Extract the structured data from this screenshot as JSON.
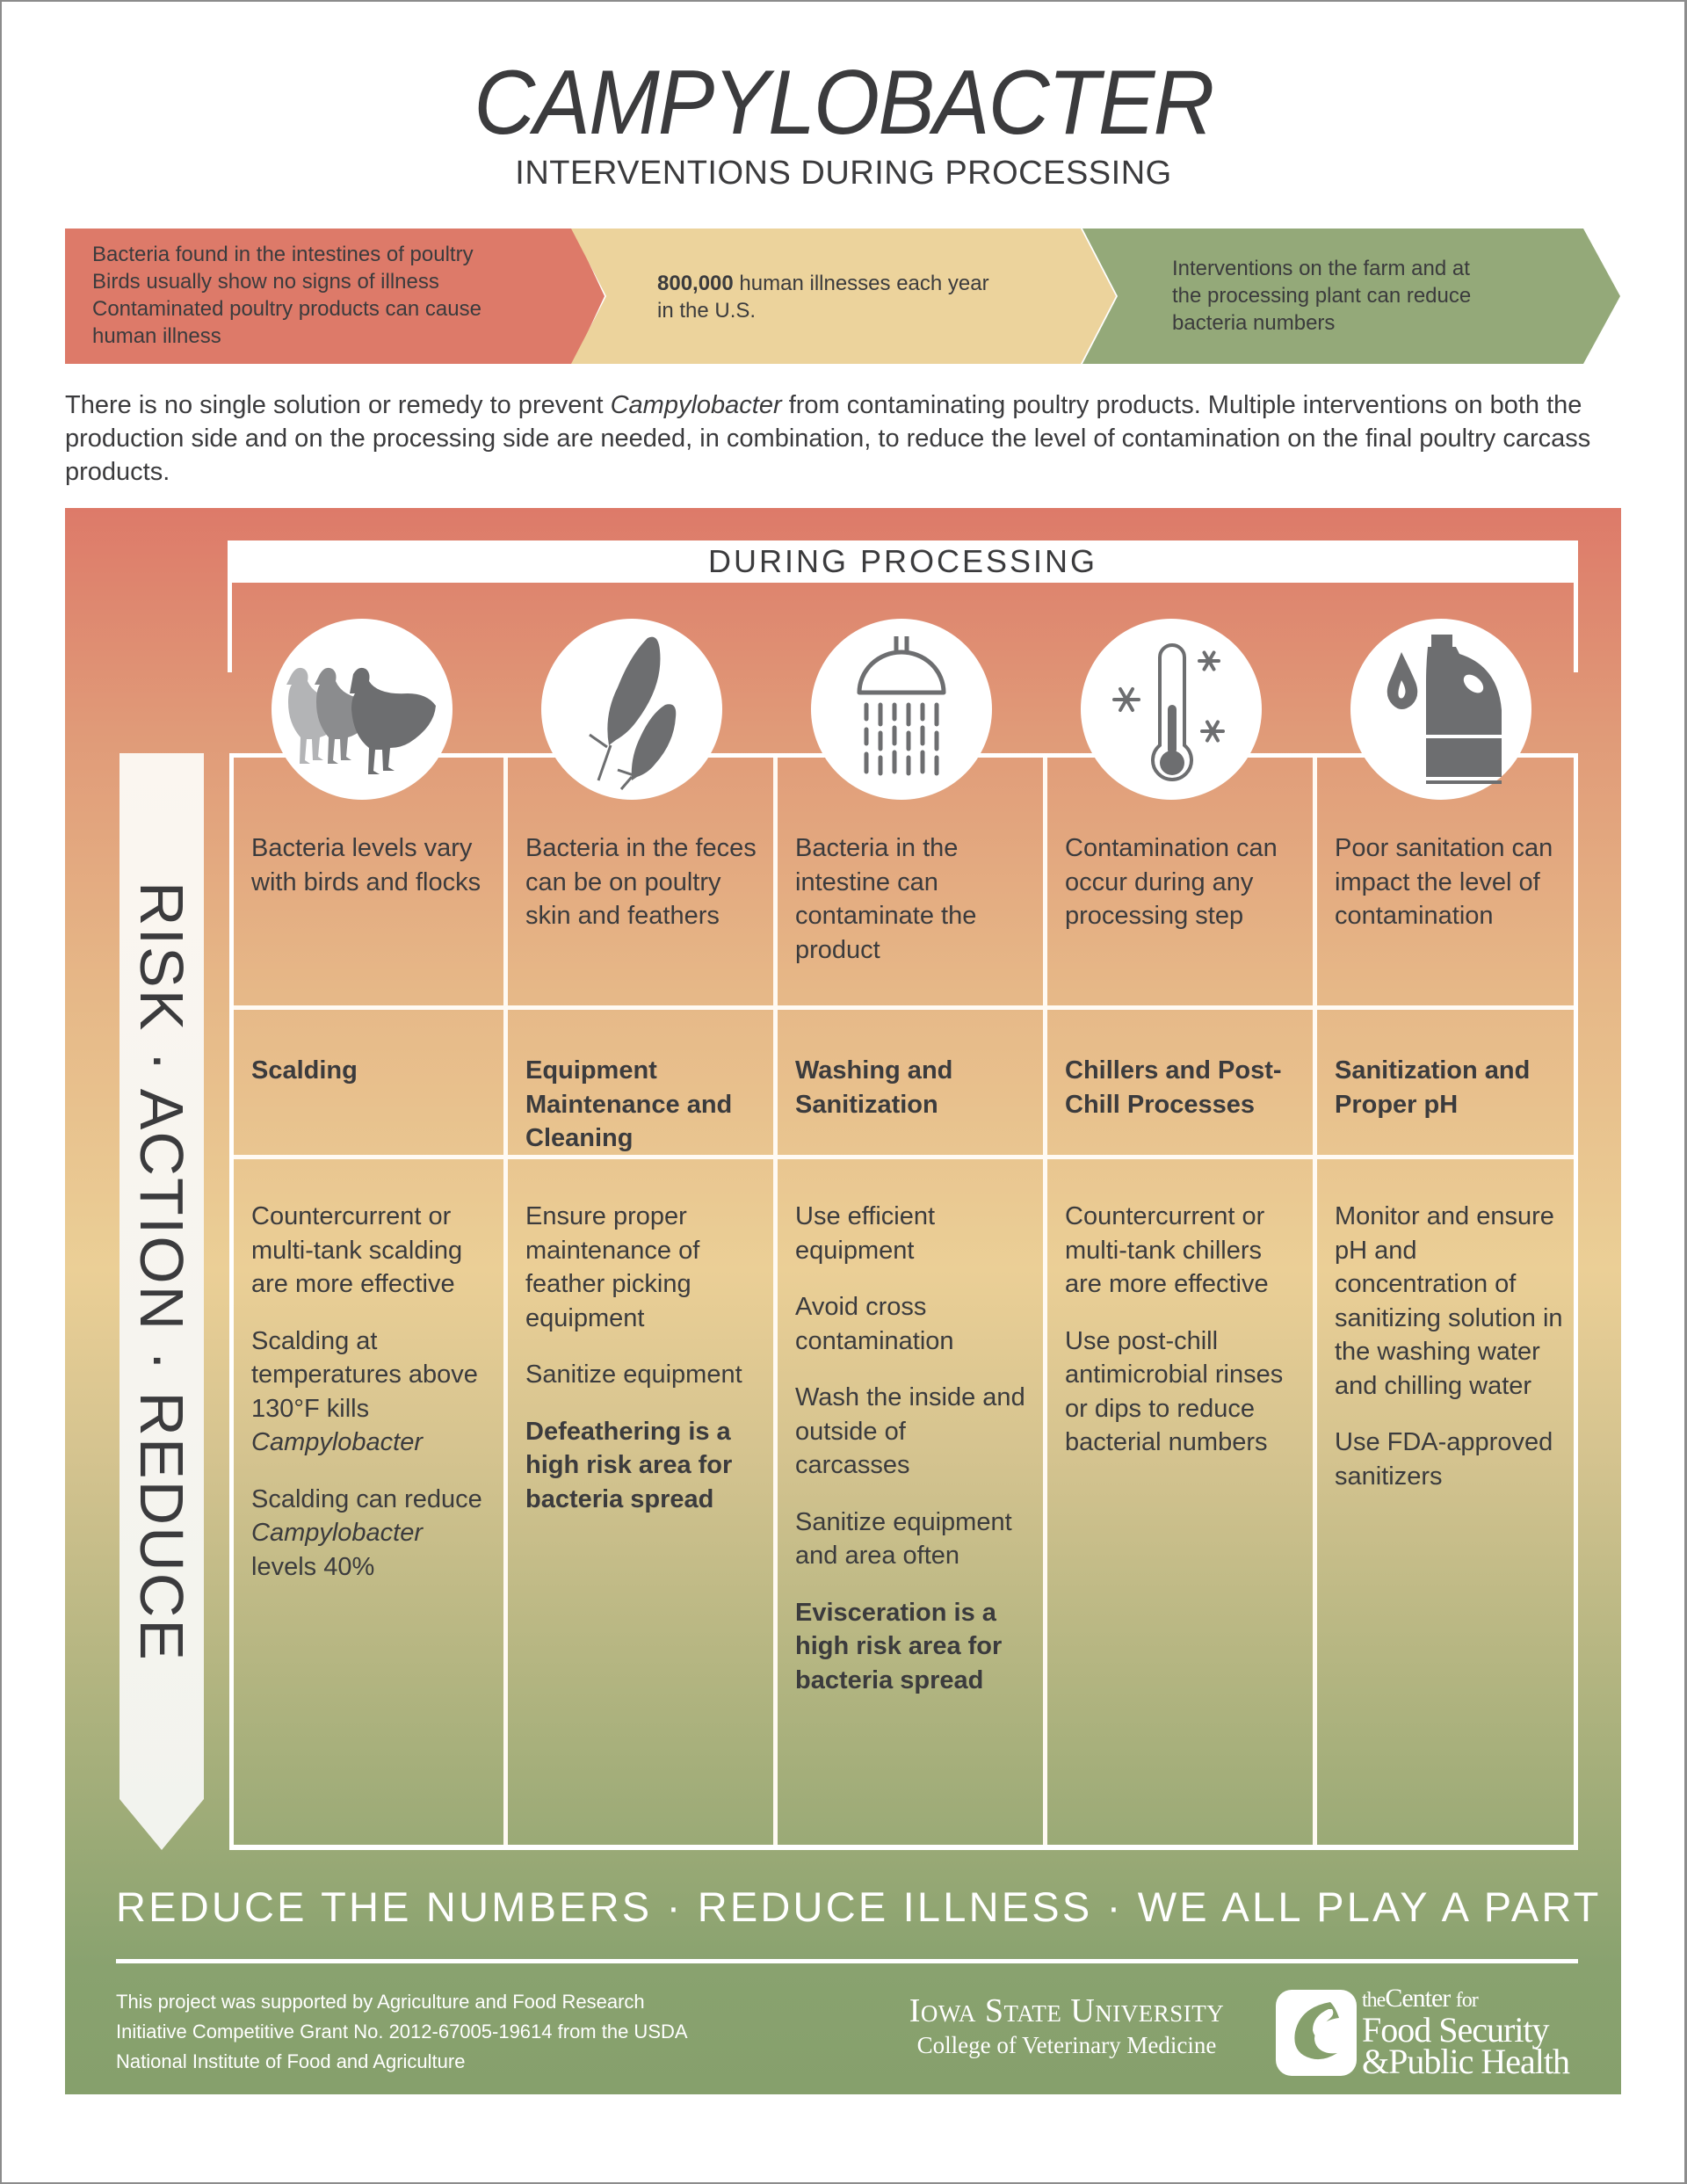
{
  "header": {
    "title": "CAMPYLOBACTER",
    "subtitle": "INTERVENTIONS DURING PROCESSING"
  },
  "colors": {
    "red": "#dd7a69",
    "yellow": "#ecd39c",
    "green": "#94a979",
    "panel_green": "#86a06c",
    "text": "#3b3b3d",
    "icon_gray": "#6d6e70"
  },
  "chevrons": [
    {
      "lines": [
        "Bacteria found in the intestines of poultry",
        "Birds usually show no signs of illness",
        "Contaminated poultry products can cause",
        "human illness"
      ]
    },
    {
      "bold": "800,000",
      "rest_line1": " human illnesses each year",
      "line2": "in the U.S."
    },
    {
      "lines": [
        "Interventions on the farm and at",
        "the processing plant can reduce",
        "bacteria numbers"
      ]
    }
  ],
  "intro": {
    "part1": "There is no single solution or remedy to prevent ",
    "italic": "Campylobacter",
    "part2": " from contaminating poultry products. Multiple interventions on both the production side and on the processing side are needed, in combination, to reduce the level of contamination on the final poultry carcass products."
  },
  "panel": {
    "section_title": "DURING PROCESSING",
    "side_arrow_label": "RISK · ACTION · REDUCE",
    "columns": [
      {
        "icon": "chickens-icon",
        "risk": "Bacteria levels vary with birds and flocks",
        "action": "Scalding",
        "reduce": [
          {
            "text": "Countercurrent or multi-tank scalding are more effective",
            "bold": false
          },
          {
            "pre": "Scalding at temperatures above 130°F kills ",
            "italic": "Campylobacter",
            "post": "",
            "bold": false
          },
          {
            "pre": "Scalding can reduce ",
            "italic": "Campylobacter",
            "post": " levels 40%",
            "bold": false
          }
        ]
      },
      {
        "icon": "feathers-icon",
        "risk": "Bacteria in the feces can be on poultry skin and feathers",
        "action": "Equipment Maintenance and Cleaning",
        "reduce": [
          {
            "text": "Ensure proper maintenance of feather picking equipment",
            "bold": false
          },
          {
            "text": "Sanitize equipment",
            "bold": false
          },
          {
            "text": "Defeathering is a high risk area for bacteria spread",
            "bold": true
          }
        ]
      },
      {
        "icon": "shower-icon",
        "risk": "Bacteria in the intestine can contaminate the product",
        "action": "Washing and Sanitization",
        "reduce": [
          {
            "text": "Use efficient equipment",
            "bold": false
          },
          {
            "text": "Avoid cross contamination",
            "bold": false
          },
          {
            "text": "Wash the inside and outside of carcasses",
            "bold": false
          },
          {
            "text": "Sanitize equipment and area often",
            "bold": false
          },
          {
            "text": "Evisceration is a high risk area for bacteria spread",
            "bold": true
          }
        ]
      },
      {
        "icon": "thermometer-snowflake-icon",
        "risk": "Contamination can occur during any processing step",
        "action": "Chillers and Post-Chill Processes",
        "reduce": [
          {
            "text": "Countercurrent or multi-tank chillers are more effective",
            "bold": false
          },
          {
            "text": "Use post-chill antimicrobial rinses or dips to reduce bacterial numbers",
            "bold": false
          }
        ]
      },
      {
        "icon": "sanitizer-jug-icon",
        "risk": "Poor sanitation can impact the level of contamination",
        "action": "Sanitization and Proper pH",
        "reduce": [
          {
            "text": "Monitor and ensure pH and concentration of sanitizing solution in the washing water and chilling water",
            "bold": false
          },
          {
            "text": "Use FDA-approved sanitizers",
            "bold": false
          }
        ]
      }
    ]
  },
  "footer": {
    "tagline": "REDUCE THE NUMBERS · REDUCE ILLNESS · WE ALL PLAY A PART",
    "grant_lines": [
      "This project was supported by Agriculture and Food Research",
      "Initiative Competitive Grant No. 2012-67005-19614 from the USDA",
      "National Institute of Food and Agriculture"
    ],
    "isu_line1": "Iowa State University",
    "isu_line2": "College of Veterinary Medicine",
    "cfsph_the": "the",
    "cfsph_center": "Center",
    "cfsph_for": "for",
    "cfsph_line2": "Food Security",
    "cfsph_line3": "&Public Health"
  }
}
